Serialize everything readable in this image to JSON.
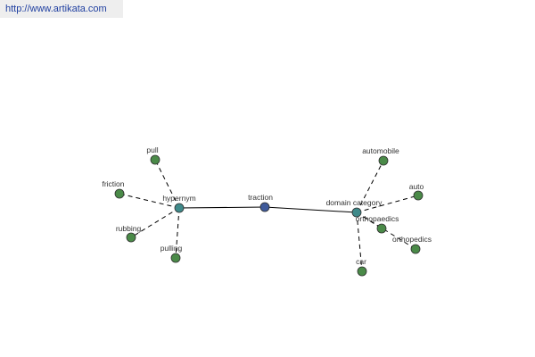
{
  "header": {
    "url": "http://www.artikata.com"
  },
  "graph": {
    "colors": {
      "center_node": "#3f5a9a",
      "relation_node": "#3f8a8a",
      "leaf_node": "#4a8a48",
      "node_stroke": "#2f2f2f",
      "edge": "#000000",
      "label": "#333333",
      "url_text": "#1f3fa0",
      "url_background": "#eeeeee"
    },
    "nodes": [
      {
        "id": "traction",
        "label": "traction",
        "type": "center"
      },
      {
        "id": "hypernym",
        "label": "hypernym",
        "type": "relation"
      },
      {
        "id": "domain_category",
        "label": "domain category",
        "type": "relation"
      },
      {
        "id": "pull",
        "label": "pull",
        "type": "leaf"
      },
      {
        "id": "friction",
        "label": "friction",
        "type": "leaf"
      },
      {
        "id": "rubbing",
        "label": "rubbing",
        "type": "leaf"
      },
      {
        "id": "pulling",
        "label": "pulling",
        "type": "leaf"
      },
      {
        "id": "automobile",
        "label": "automobile",
        "type": "leaf"
      },
      {
        "id": "auto",
        "label": "auto",
        "type": "leaf"
      },
      {
        "id": "orthopaedics",
        "label": "orthopaedics",
        "type": "leaf"
      },
      {
        "id": "orthopedics",
        "label": "orthopedics",
        "type": "leaf"
      },
      {
        "id": "car",
        "label": "car",
        "type": "leaf"
      }
    ],
    "edges": [
      {
        "from": "traction",
        "to": "hypernym",
        "style": "solid"
      },
      {
        "from": "traction",
        "to": "domain_category",
        "style": "solid"
      },
      {
        "from": "hypernym",
        "to": "pull",
        "style": "dashed"
      },
      {
        "from": "hypernym",
        "to": "friction",
        "style": "dashed"
      },
      {
        "from": "hypernym",
        "to": "rubbing",
        "style": "dashed"
      },
      {
        "from": "hypernym",
        "to": "pulling",
        "style": "dashed"
      },
      {
        "from": "domain_category",
        "to": "automobile",
        "style": "dashed"
      },
      {
        "from": "domain_category",
        "to": "auto",
        "style": "dashed"
      },
      {
        "from": "domain_category",
        "to": "orthopaedics",
        "style": "dashed"
      },
      {
        "from": "domain_category",
        "to": "orthopedics",
        "style": "dashed"
      },
      {
        "from": "domain_category",
        "to": "car",
        "style": "dashed"
      }
    ]
  }
}
